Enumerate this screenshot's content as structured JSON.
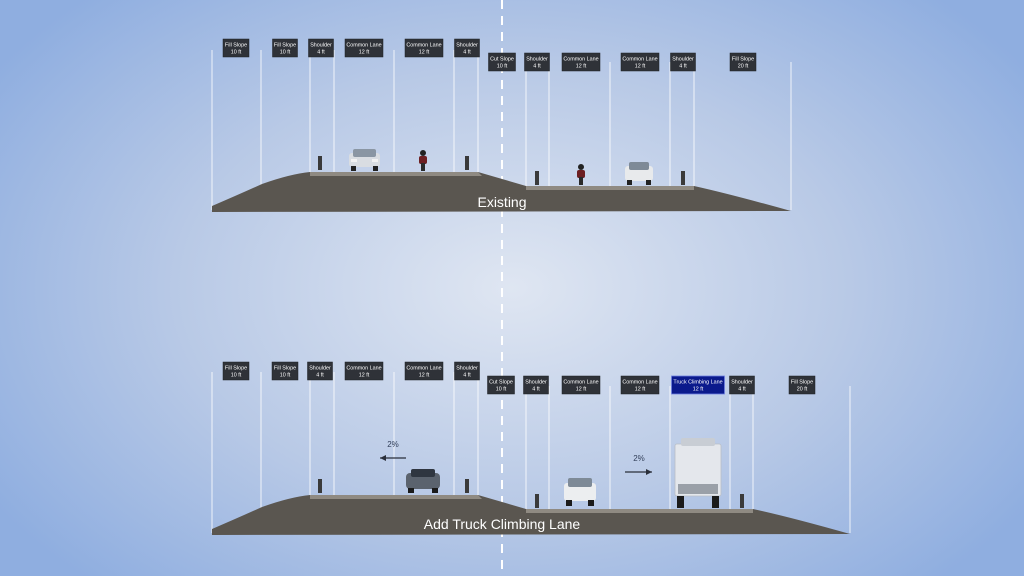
{
  "sections": [
    {
      "title": "Existing",
      "labels": [
        {
          "name": "Fill Slope",
          "width": "10 ft"
        },
        {
          "name": "Fill Slope",
          "width": "10 ft"
        },
        {
          "name": "Shoulder",
          "width": "4 ft"
        },
        {
          "name": "Common Lane",
          "width": "12 ft"
        },
        {
          "name": "Common Lane",
          "width": "12 ft"
        },
        {
          "name": "Shoulder",
          "width": "4 ft"
        },
        {
          "name": "Cut Slope",
          "width": "10 ft"
        },
        {
          "name": "Shoulder",
          "width": "4 ft"
        },
        {
          "name": "Common Lane",
          "width": "12 ft"
        },
        {
          "name": "Common Lane",
          "width": "12 ft"
        },
        {
          "name": "Shoulder",
          "width": "4 ft"
        },
        {
          "name": "Fill Slope",
          "width": "20 ft"
        }
      ]
    },
    {
      "title": "Add Truck Climbing Lane",
      "labels": [
        {
          "name": "Fill Slope",
          "width": "10 ft"
        },
        {
          "name": "Fill Slope",
          "width": "10 ft"
        },
        {
          "name": "Shoulder",
          "width": "4 ft"
        },
        {
          "name": "Common Lane",
          "width": "12 ft"
        },
        {
          "name": "Common Lane",
          "width": "12 ft"
        },
        {
          "name": "Shoulder",
          "width": "4 ft"
        },
        {
          "name": "Cut Slope",
          "width": "10 ft"
        },
        {
          "name": "Shoulder",
          "width": "4 ft"
        },
        {
          "name": "Common Lane",
          "width": "12 ft"
        },
        {
          "name": "Common Lane",
          "width": "12 ft"
        },
        {
          "name": "Truck Climbing Lane",
          "width": "12 ft",
          "highlight": true
        },
        {
          "name": "Shoulder",
          "width": "4 ft"
        },
        {
          "name": "Fill Slope",
          "width": "20 ft"
        }
      ],
      "slopes": [
        "2%",
        "2%"
      ]
    }
  ],
  "colors": {
    "label_bg": "#2f3238",
    "highlight_bg": "#0b1a8c",
    "ground": "#5a5650",
    "pavement": "#8f8a82"
  }
}
